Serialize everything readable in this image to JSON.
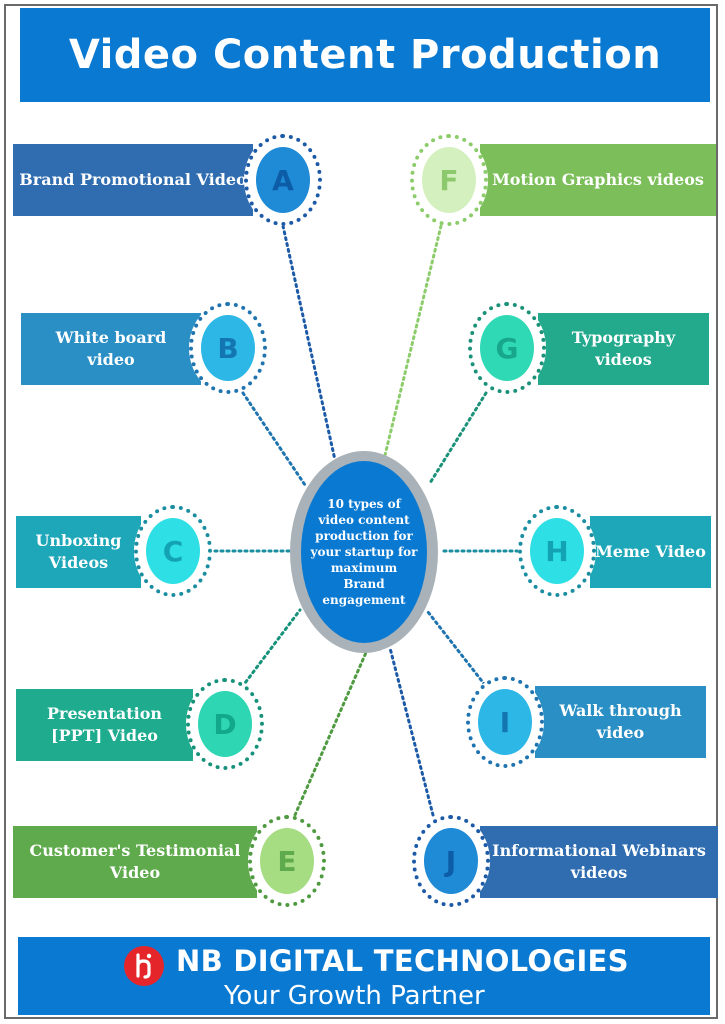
{
  "title": "Video Content Production",
  "hub": {
    "text": "10 types of video content production for your startup for maximum Brand engagement"
  },
  "items": [
    {
      "letter": "A",
      "label_lines": [
        "Brand Promotional Video"
      ],
      "bar_color": "#2f6db0",
      "ring_color": "#1c5aa8",
      "disc_color": "#1f8ad6",
      "letter_color": "#0d5ca8"
    },
    {
      "letter": "B",
      "label_lines": [
        "White board",
        "video"
      ],
      "bar_color": "#2a8fc5",
      "ring_color": "#1f74b0",
      "disc_color": "#2db7e6",
      "letter_color": "#1476b0"
    },
    {
      "letter": "C",
      "label_lines": [
        "Unboxing",
        "Videos"
      ],
      "bar_color": "#1ea7b8",
      "ring_color": "#1a8ea0",
      "disc_color": "#2ee0e6",
      "letter_color": "#13a3b4"
    },
    {
      "letter": "D",
      "label_lines": [
        "Presentation",
        "[PPT] Video"
      ],
      "bar_color": "#1fab8e",
      "ring_color": "#17927a",
      "disc_color": "#2ed6b4",
      "letter_color": "#12a88a"
    },
    {
      "letter": "E",
      "label_lines": [
        "Customer's Testimonial",
        "Video"
      ],
      "bar_color": "#5faa4c",
      "ring_color": "#4f9a40",
      "disc_color": "#a6dc82",
      "letter_color": "#5faa4c"
    },
    {
      "letter": "F",
      "label_lines": [
        "Motion Graphics videos"
      ],
      "bar_color": "#7cbf5a",
      "ring_color": "#8ccc6a",
      "disc_color": "#d4f0bf",
      "letter_color": "#8bc96c"
    },
    {
      "letter": "G",
      "label_lines": [
        "Typography",
        "videos"
      ],
      "bar_color": "#23a98c",
      "ring_color": "#1c9179",
      "disc_color": "#30d9b6",
      "letter_color": "#17a88c"
    },
    {
      "letter": "H",
      "label_lines": [
        "Meme Video"
      ],
      "bar_color": "#1ea7b8",
      "ring_color": "#1a8ea0",
      "disc_color": "#2ee0e6",
      "letter_color": "#13a3b4"
    },
    {
      "letter": "I",
      "label_lines": [
        "Walk through",
        "video"
      ],
      "bar_color": "#2a8fc5",
      "ring_color": "#1f74b0",
      "disc_color": "#2db7e6",
      "letter_color": "#1476b0"
    },
    {
      "letter": "J",
      "label_lines": [
        "Informational Webinars",
        "videos"
      ],
      "bar_color": "#2f6db0",
      "ring_color": "#1c5aa8",
      "disc_color": "#1f8ad6",
      "letter_color": "#0d5ca8"
    }
  ],
  "footer": {
    "brand": "NB DIGITAL TECHNOLOGIES",
    "tagline": "Your Growth Partner",
    "logo_color": "#e4262b",
    "bar_color": "#0a79d2"
  }
}
